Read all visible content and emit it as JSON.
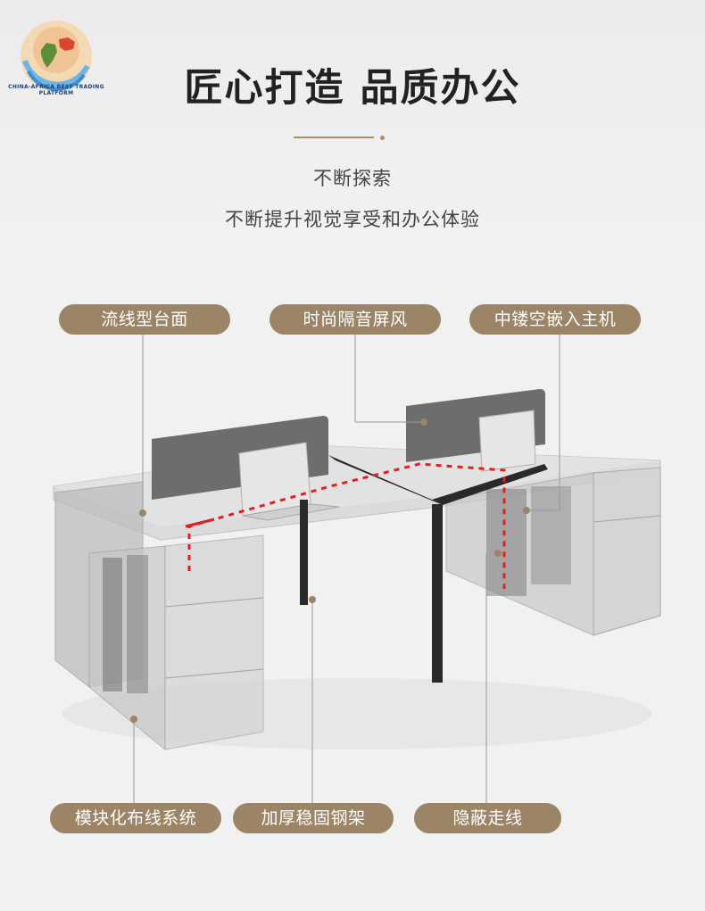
{
  "logo": {
    "ring_text": "CHINA-AFRICA BEST TRADING PLATFORM"
  },
  "header": {
    "title": "匠心打造 品质办公",
    "subtitle_1": "不断探索",
    "subtitle_2": "不断提升视觉享受和办公体验"
  },
  "features": {
    "top": [
      "流线型台面",
      "时尚隔音屏风",
      "中镂空嵌入主机"
    ],
    "bottom": [
      "模块化布线系统",
      "加厚稳固钢架",
      "隐蔽走线"
    ]
  },
  "colors": {
    "accent": "#9c8466",
    "divider": "#b08c66",
    "cable": "#e02020",
    "screen": "#6d6d6d",
    "leg": "#2a2a2a"
  }
}
